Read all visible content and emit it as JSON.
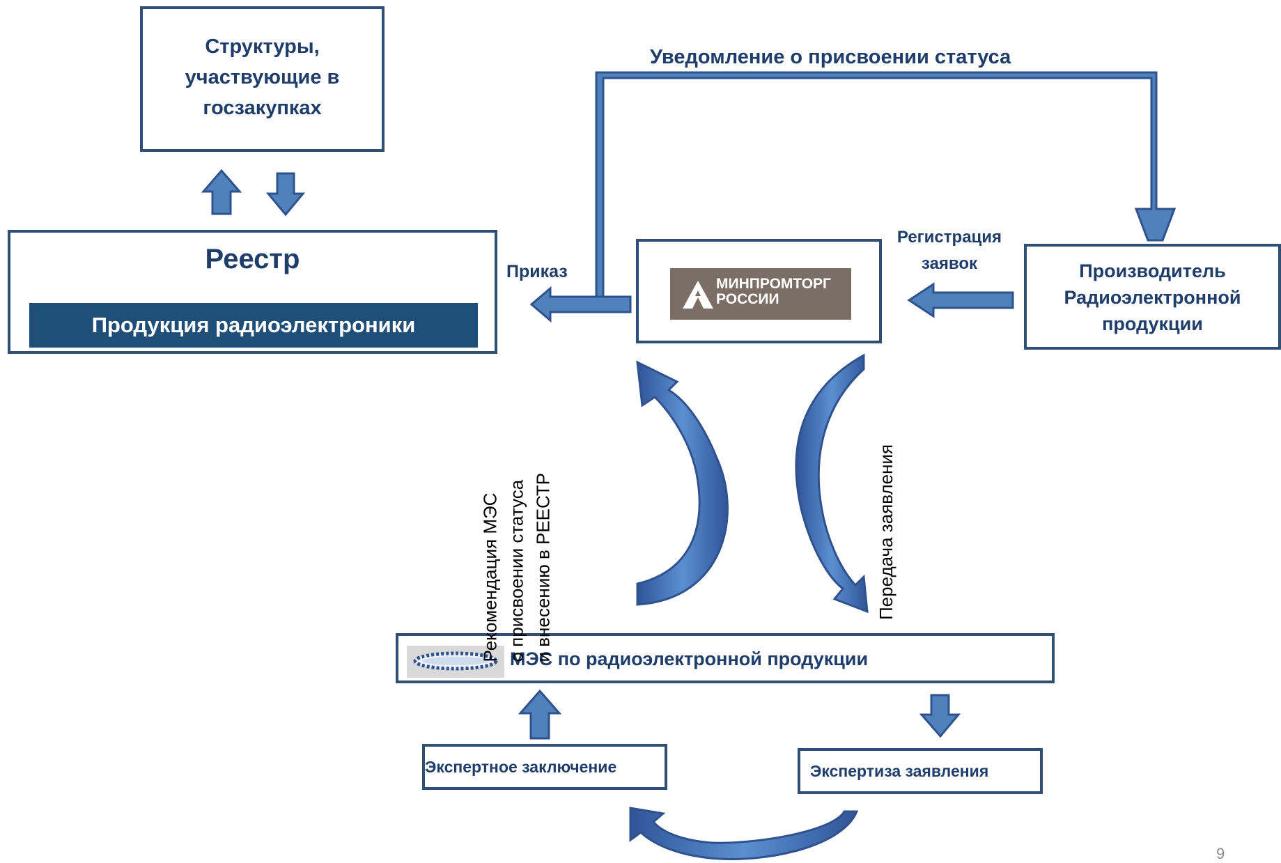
{
  "structures": {
    "text": "Структуры, участвующие в госзакупках"
  },
  "registry": {
    "title": "Реестр",
    "band": "Продукция радиоэлектроники"
  },
  "ministry": {
    "logo_line1": "МИНПРОМТОРГ",
    "logo_line2": "РОССИИ",
    "logo_color": "#7b6e66"
  },
  "producer": {
    "text": "Производитель Радиоэлектронной продукции"
  },
  "mes": {
    "text": "МЭС по радиоэлектронной продукции"
  },
  "expert_conclusion": {
    "text": "Экспертное заключение"
  },
  "expertise": {
    "text": "Экспертиза заявления"
  },
  "labels": {
    "notification": "Уведомление о присвоении статуса",
    "order": "Приказ",
    "registration_line1": "Регистрация",
    "registration_line2": "заявок",
    "recommendation_line1": "Рекомендация МЭС",
    "recommendation_line2": "о присвоении статуса",
    "recommendation_line3": "и внесению в РЕЕСТР",
    "transfer": "Передача заявления"
  },
  "page_number": "9",
  "colors": {
    "arrow_fill": "#4f81bd",
    "arrow_stroke": "#2f528f",
    "band": "#1f4e79",
    "border": "#2f4f74",
    "text": "#1f3d6b"
  }
}
